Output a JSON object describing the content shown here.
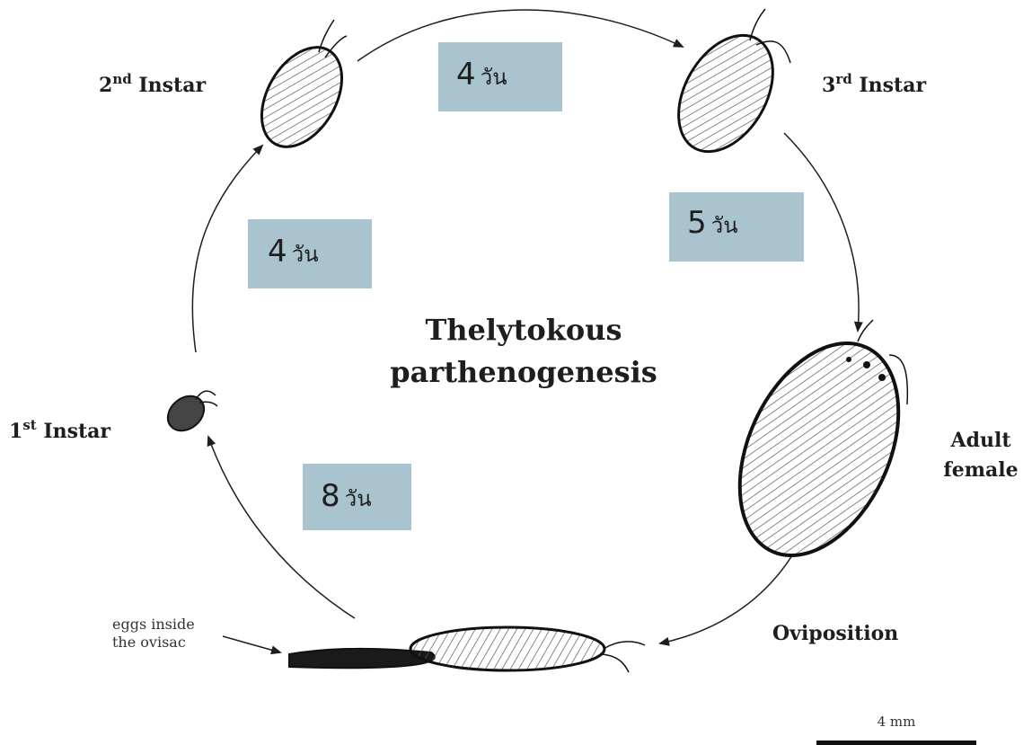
{
  "title": {
    "line1": "Thelytokous",
    "line2": "parthenogenesis"
  },
  "stages": {
    "first_instar": {
      "prefix": "1",
      "sup": "st",
      "suffix": " Instar"
    },
    "second_instar": {
      "prefix": "2",
      "sup": "nd",
      "suffix": " Instar"
    },
    "third_instar": {
      "prefix": "3",
      "sup": "rd",
      "suffix": " Instar"
    },
    "adult_female": {
      "line1": "Adult",
      "line2": "female"
    },
    "oviposition": "Oviposition",
    "eggs": {
      "line1": "eggs inside",
      "line2": "the ovisac"
    }
  },
  "durations": {
    "first_to_second": {
      "value": "4",
      "unit": "วัน"
    },
    "second_to_third": {
      "value": "4",
      "unit": "วัน"
    },
    "third_to_adult": {
      "value": "5",
      "unit": "วัน"
    },
    "egg_to_first": {
      "value": "8",
      "unit": "วัน"
    }
  },
  "scale_bar": {
    "label": "4 mm"
  },
  "colors": {
    "duration_box": "#a9c3cf",
    "ink": "#1e1e1e"
  }
}
